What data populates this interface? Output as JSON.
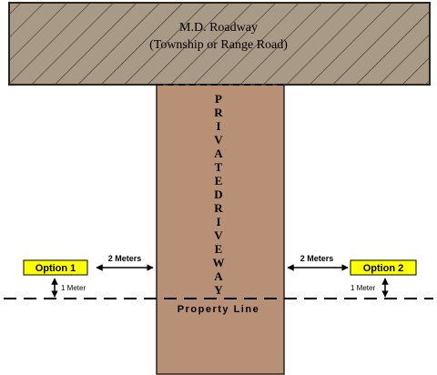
{
  "roadway": {
    "line1": "M.D. Roadway",
    "line2": "(Township or Range Road)",
    "fill": "#a89a86"
  },
  "driveway": {
    "label_word1": "PRIVATE",
    "label_word2": "DRIVEWAY",
    "fill": "#b89076"
  },
  "property_line": {
    "label": "Property Line"
  },
  "option1": {
    "label": "Option 1",
    "distance_label": "2 Meters",
    "offset_label": "1 Meter"
  },
  "option2": {
    "label": "Option 2",
    "distance_label": "2 Meters",
    "offset_label": "1 Meter"
  },
  "colors": {
    "option_fill": "#ffff00",
    "line": "#000000"
  }
}
